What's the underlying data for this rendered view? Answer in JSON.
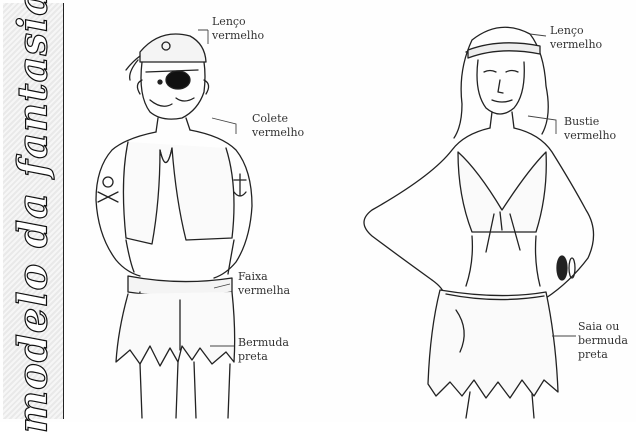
{
  "side_title": "modelo da fantasia",
  "male_costume": {
    "labels": {
      "scarf": "Lenço\nvermelho",
      "vest": "Colete\nvermelho",
      "sash": "Faixa\nvermelha",
      "shorts": "Bermuda\npreta"
    }
  },
  "female_costume": {
    "labels": {
      "scarf": "Lenço\nvermelho",
      "top": "Bustie\nvermelho",
      "skirt": "Saia ou\nbermuda\npreta"
    }
  },
  "colors": {
    "ink": "#222222",
    "paper": "#fefefe"
  }
}
